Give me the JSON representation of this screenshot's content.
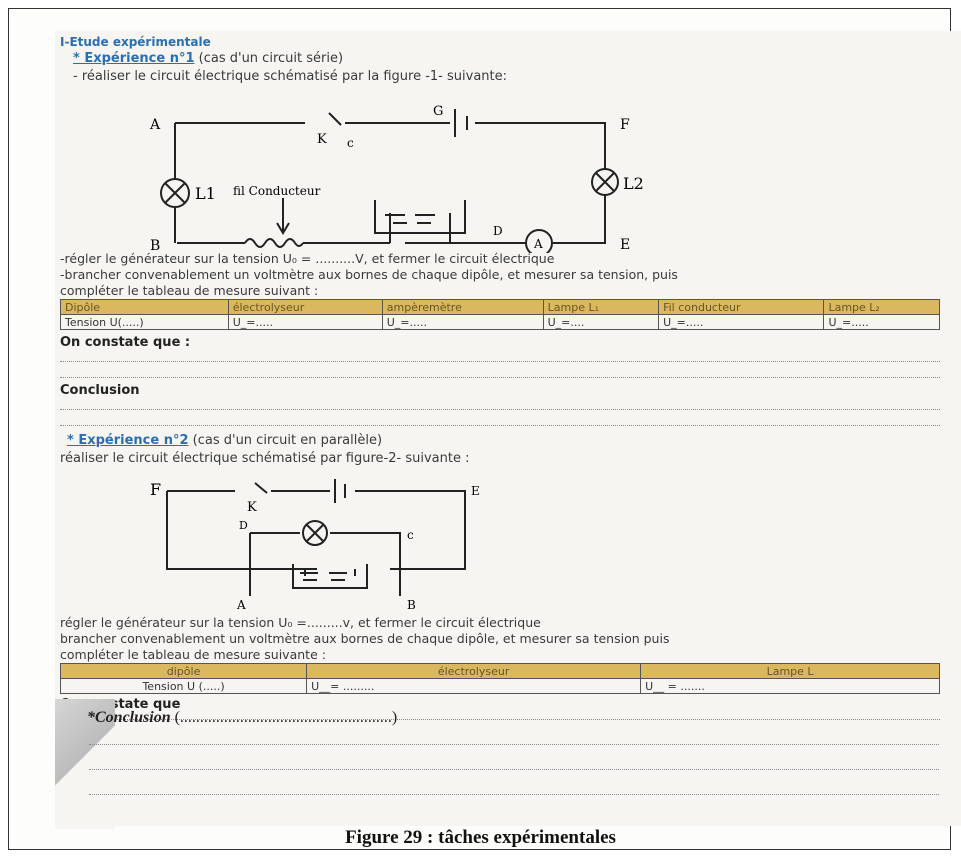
{
  "section_title": "I-Etude expérimentale",
  "exp1": {
    "title": "* Expérience n°1",
    "subtitle": "(cas d'un circuit série)",
    "instruction": "- réaliser le circuit électrique schématisé par la figure -1- suivante:",
    "labels": {
      "A": "A",
      "B": "B",
      "C": "c",
      "D": "D",
      "E": "E",
      "F": "F",
      "G": "G",
      "K": "K",
      "L1": "L1",
      "L2": "L2",
      "wire": "fil Conducteur",
      "ammeter": "A"
    },
    "step1": "-régler le générateur sur la tension U₀ =   ..........V, et fermer le circuit électrique",
    "step2": "-brancher convenablement un voltmètre aux bornes de chaque dipôle, et mesurer sa tension, puis",
    "step3": "compléter le tableau de mesure suivant :",
    "table": {
      "headers": [
        "Dipôle",
        "électrolyseur",
        "ampèremètre",
        "Lampe L₁",
        "Fil conducteur",
        "Lampe L₂"
      ],
      "row": [
        "Tension U(.....)",
        "U_=.....",
        "U_=.....",
        "U_=....",
        "U_=.....",
        "U_=....."
      ]
    },
    "observe": "On constate que :",
    "conclusion": "Conclusion"
  },
  "exp2": {
    "title": "* Expérience n°2",
    "subtitle": "(cas d'un circuit en parallèle)",
    "instruction": "réaliser le circuit électrique schématisé par figure-2- suivante :",
    "labels": {
      "A": "A",
      "B": "B",
      "C": "c",
      "D": "D",
      "E": "E",
      "F": "F",
      "K": "K"
    },
    "step1": "régler le générateur sur la tension U₀ =.........v, et fermer le circuit électrique",
    "step2": "brancher convenablement un voltmètre aux bornes de chaque dipôle, et mesurer sa tension puis",
    "step3": "compléter le tableau de mesure suivante :",
    "table": {
      "headers": [
        "dipôle",
        "électrolyseur",
        "Lampe L"
      ],
      "row": [
        "Tension  U (.....)",
        "U__= .........",
        "U__ = ......."
      ]
    },
    "observe": "On constate que",
    "conclusion": "*Conclusion",
    "conclusion_blank": "(.....................................................)"
  },
  "caption": "Figure 29 : tâches expérimentales"
}
